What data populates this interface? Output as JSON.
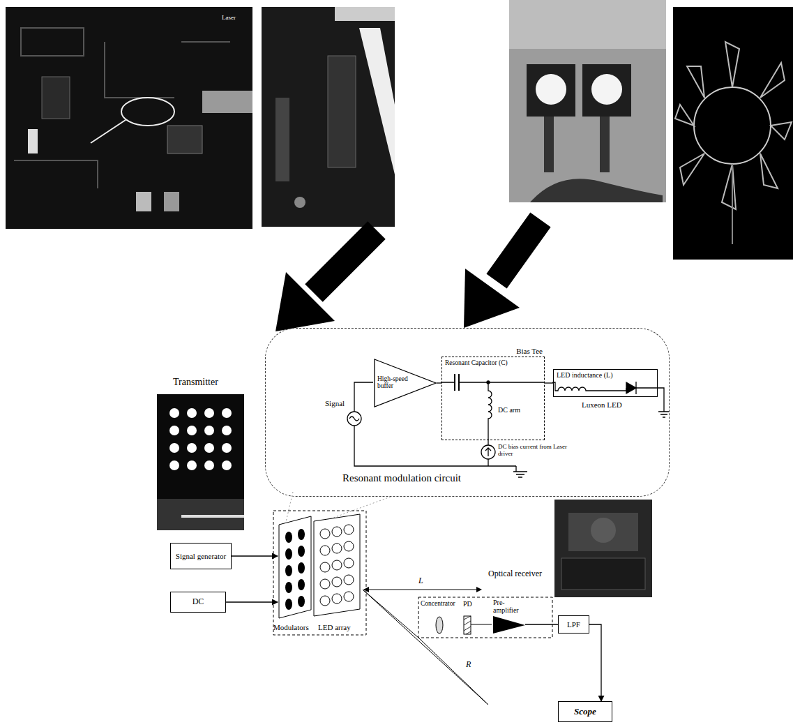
{
  "diagram": {
    "nodes": [
      {
        "text": [
          "Resonant modulation circuit"
        ]
      },
      {
        "text": [
          "High-speed buffer"
        ],
        "in": 0
      },
      {
        "text": [
          "Bias Tee",
          "Resonant Capacitor (C)",
          "DC arm"
        ],
        "in": 0
      },
      {
        "text": [
          "LED inductance (L)",
          "Luxeon LED"
        ],
        "in": 0
      },
      {
        "text": [
          "Signal generator"
        ]
      },
      {
        "text": [
          "DC"
        ]
      },
      {
        "text": [
          "Modulators"
        ]
      },
      {
        "text": [
          "LED array"
        ]
      },
      {
        "text": [
          "Pre-amplifier"
        ]
      },
      {
        "text": [
          "LPF"
        ]
      },
      {
        "text": [
          "Scope"
        ]
      }
    ],
    "edges": [
      {
        "from": 1,
        "to": 2,
        "arrow": "none"
      },
      {
        "from": 2,
        "to": 3,
        "arrow": "none"
      },
      {
        "from": 4,
        "to": 6,
        "arrow": "to"
      },
      {
        "from": 5,
        "to": 6,
        "arrow": "to"
      },
      {
        "from": 8,
        "to": 9,
        "arrow": "none"
      },
      {
        "from": 9,
        "to": 10,
        "arrow": "to"
      }
    ],
    "labels": [
      "Laser",
      "Signal",
      "DC bias current from Laser driver",
      "Transmitter",
      "Optical receiver",
      "Concentrator",
      "PD",
      "L",
      "R"
    ]
  }
}
